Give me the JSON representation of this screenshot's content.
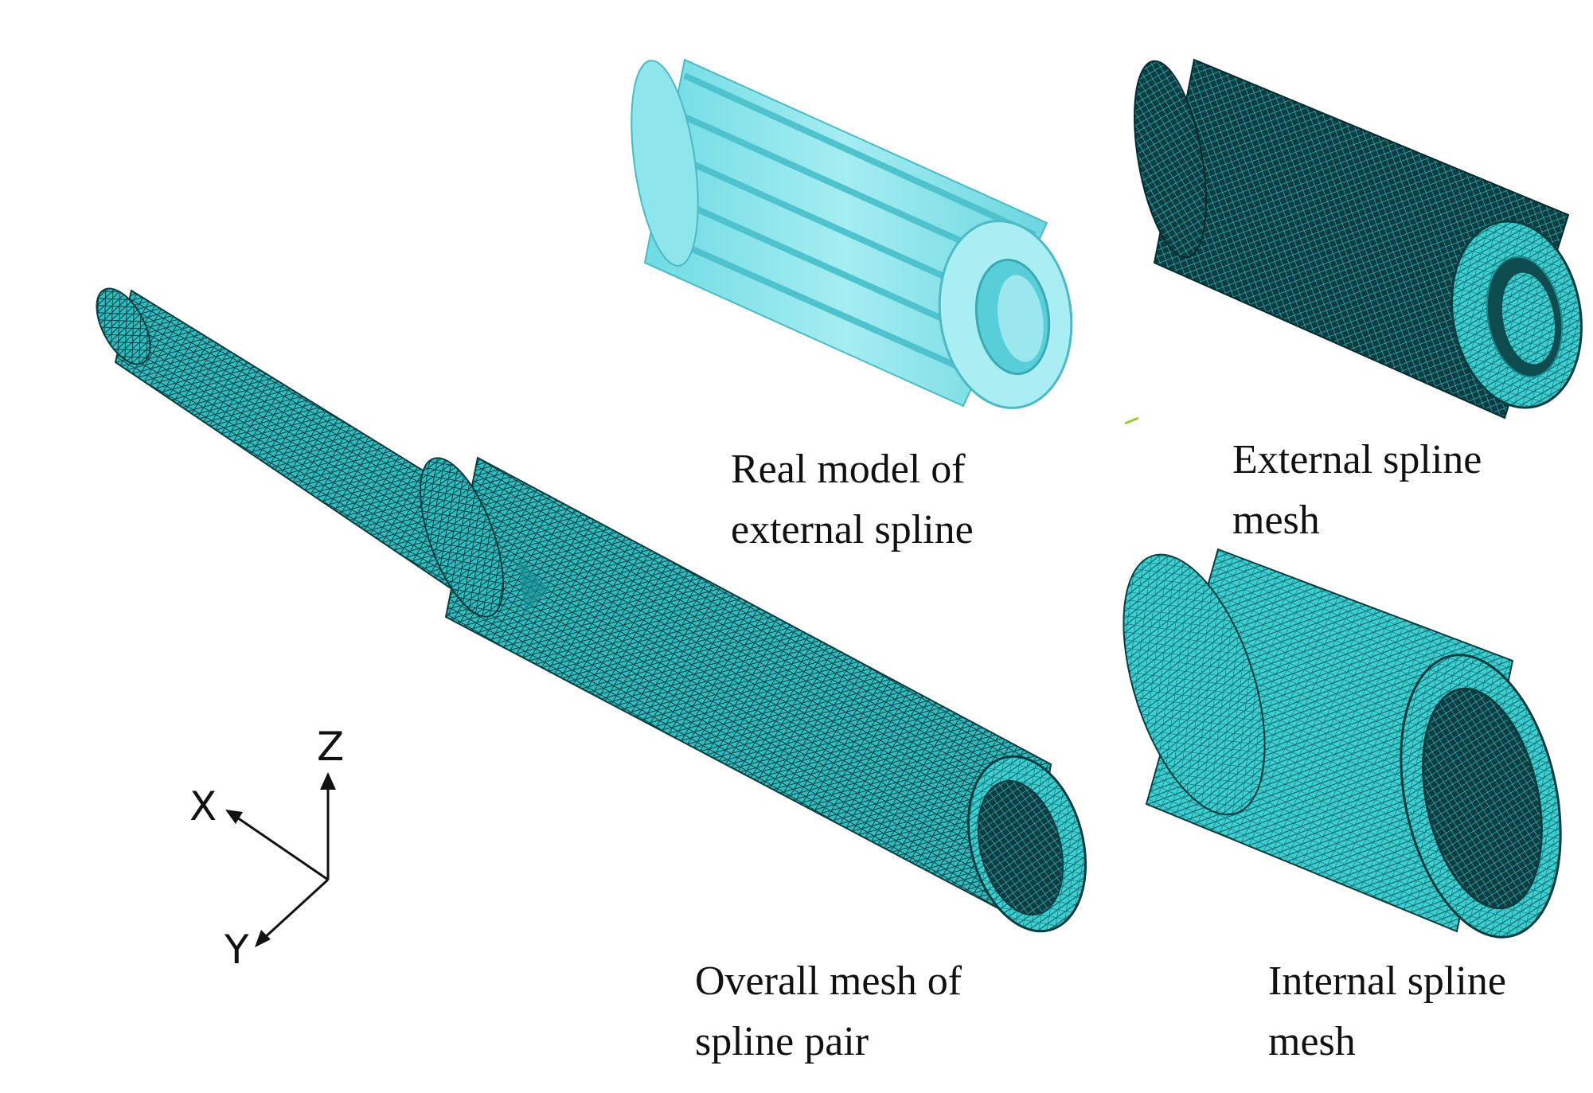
{
  "captions": {
    "real_model": {
      "line1": "Real model of",
      "line2": "external spline"
    },
    "external_mesh": {
      "line1": "External spline",
      "line2": "mesh"
    },
    "overall_mesh": {
      "line1": "Overall mesh of",
      "line2": "spline pair"
    },
    "internal_mesh": {
      "line1": "Internal spline",
      "line2": "mesh"
    }
  },
  "axes": {
    "x": "X",
    "y": "Y",
    "z": "Z"
  },
  "colors": {
    "mesh_cyan": "#35c9c9",
    "mesh_dark": "#0b3f44",
    "solid_light": "#8fe6ec",
    "solid_mid": "#5fd2dc",
    "solid_face": "#a9eef2"
  }
}
